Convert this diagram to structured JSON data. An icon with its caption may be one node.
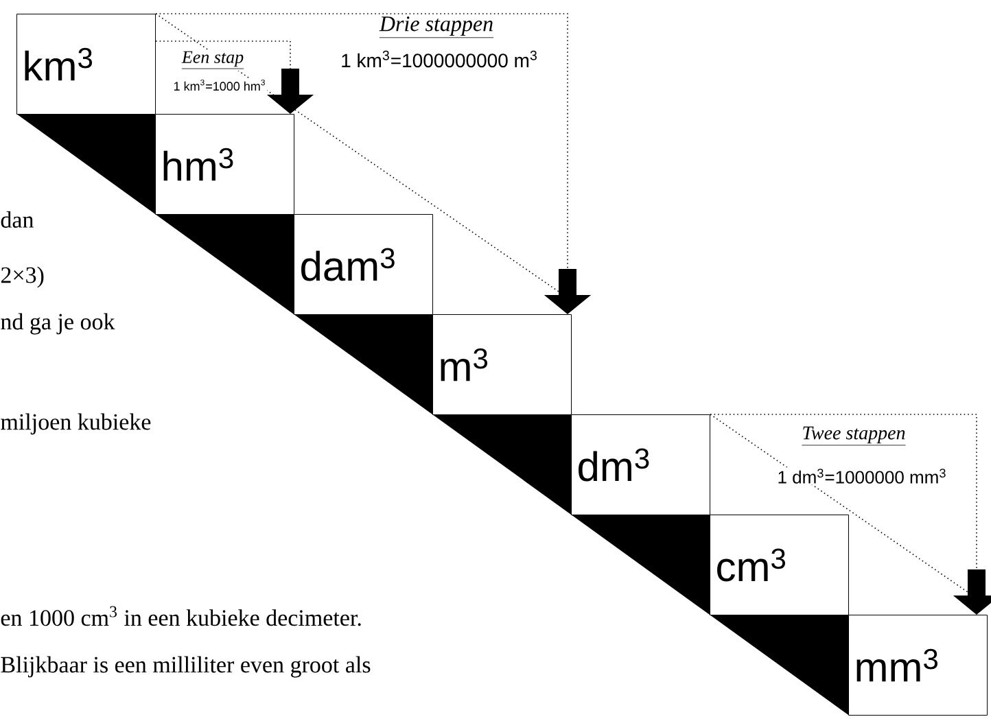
{
  "diagram": {
    "nodes": [
      {
        "text": [
          "km$^{3}$"
        ]
      },
      {
        "text": [
          "hm$^{3}$"
        ]
      },
      {
        "text": [
          "dam$^{3}$"
        ]
      },
      {
        "text": [
          "m$^{3}$"
        ]
      },
      {
        "text": [
          "dm$^{3}$"
        ]
      },
      {
        "text": [
          "cm$^{3}$"
        ]
      },
      {
        "text": [
          "mm$^{3}$"
        ]
      }
    ],
    "edges": [
      {
        "from": 0,
        "to": 1,
        "arrow": "to",
        "style": "dashed"
      },
      {
        "from": 0,
        "to": 3,
        "arrow": "to",
        "style": "dashed"
      },
      {
        "from": 0,
        "to": 3,
        "arrow": "none",
        "style": "dashed"
      },
      {
        "from": 4,
        "to": 6,
        "arrow": "to",
        "style": "dashed"
      },
      {
        "from": 4,
        "to": 6,
        "arrow": "none",
        "style": "dashed"
      }
    ],
    "labels": [
      "dan",
      "2×3)",
      "nd ga je ook",
      "miljoen kubieke",
      "en 1000 cm$^{3}$ in een kubieke decimeter.",
      "Blijkbaar is een milliliter even groot als",
      "Een stap",
      "1 km$^{3}$=1000 hm$^{3}$",
      "Drie stappen",
      "1 km$^{3}$=1000000000 m$^{3}$",
      "Twee stappen",
      "1 dm$^{3}$=1000000 mm$^{3}$"
    ]
  }
}
